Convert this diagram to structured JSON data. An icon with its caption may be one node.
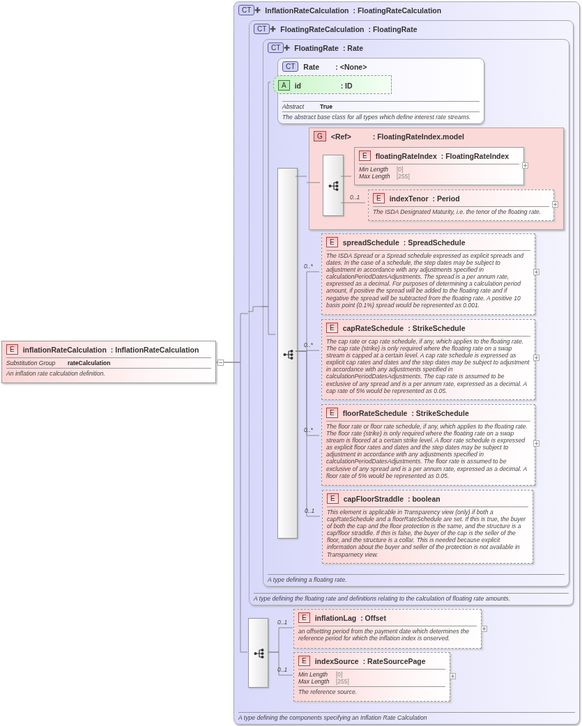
{
  "diagram": {
    "nodes": [
      {
        "text": [
          "E",
          "inflationRateCalculation",
          ": InflationRateCalculation",
          "Substitution Group",
          "rateCalculation",
          "An inflation rate calculation definition."
        ]
      },
      {
        "text": [
          "CT",
          "InflationRateCalculation",
          ": FloatingRateCalculation",
          "A type defining the components specifying an Inflation Rate Calculation"
        ]
      },
      {
        "text": [
          "CT",
          "FloatingRateCalculation",
          ": FloatingRate",
          "A type defining the floating rate and definitions relating to the calculation of floating rate amounts."
        ],
        "in": 1
      },
      {
        "text": [
          "CT",
          "FloatingRate",
          ": Rate",
          "A type defining a floating rate."
        ],
        "in": 2
      },
      {
        "text": [
          "CT",
          "Rate",
          ": <None>",
          "Abstract",
          "True",
          "The abstract base class for all types which define interest rate streams."
        ],
        "in": 3
      },
      {
        "text": [
          "A",
          "id",
          ": ID"
        ],
        "in": 4
      },
      {
        "text": [],
        "shape": "box",
        "in": 3
      },
      {
        "text": [
          "G",
          "<Ref>",
          ": FloatingRateIndex.model"
        ],
        "in": 3
      },
      {
        "text": [],
        "shape": "box",
        "in": 7
      },
      {
        "text": [
          "E",
          "floatingRateIndex",
          ": FloatingRateIndex",
          "Min Length",
          "[0]",
          "Max Length",
          "[255]"
        ],
        "in": 7
      },
      {
        "text": [
          "E",
          "indexTenor",
          ": Period",
          "The ISDA Designated Maturity, i.e. the tenor of the floating rate."
        ],
        "in": 7
      },
      {
        "text": [
          "E",
          "spreadSchedule",
          ": SpreadSchedule",
          "The ISDA Spread or a Spread schedule expressed as explicit spreads and dates. In the case of a schedule, the step dates may be subject to adjustment in accordance with any adjustments specified in calculationPeriodDatesAdjustments. The spread is a per annum rate, expressed as a decimal. For purposes of determining a calculation period amount, if positive the spread will be added to the floating rate and if negative the spread will be subtracted from the floating rate. A positive 10 basis point (0.1%) spread would be represented as 0.001."
        ],
        "in": 3
      },
      {
        "text": [
          "E",
          "capRateSchedule",
          ": StrikeSchedule",
          "The cap rate or cap rate schedule, if any, which applies to the floating rate. The cap rate (strike) is only required where the floating rate on a swap stream is capped at a certain level. A cap rate schedule is expressed as explicit cap rates and dates and the step dates may be subject to adjustment in accordance with any adjustments specified in calculationPeriodDatesAdjustments. The cap rate is assumed to be exclusive of any spread and is a per annum rate, expressed as a decimal. A cap rate of 5% would be represented as 0.05."
        ],
        "in": 3
      },
      {
        "text": [
          "E",
          "floorRateSchedule",
          ": StrikeSchedule",
          "The floor rate or floor rate schedule, if any, which applies to the floating rate. The floor rate (strike) is only required where the floating rate on a swap stream is floored at a certain strike level. A floor rate schedule is expressed as explicit floor rates and dates and the step dates may be subject to adjustment in accordance with any adjustments specified in calculationPeriodDatesAdjustments. The floor rate is assumed to be exclusive of any spread and is a per annum rate, expressed as a decimal. A floor rate of 5% would be represented as 0.05."
        ],
        "in": 3
      },
      {
        "text": [
          "E",
          "capFloorStraddle",
          ": boolean",
          "This element is applicable in Transparency view (only) if both a capRateSchedule and a floorRateSchedule are set. If this is true, the buyer of both the cap and the floor protection is the same, and the structure is a cap/floor straddle. If this is false, the buyer of the cap is the seller of the floor, and the structure is a collar. This is needed because explicit information about the buyer and seller of the protection is not available in Transparnecy view."
        ],
        "in": 3
      },
      {
        "text": [],
        "shape": "box",
        "in": 1
      },
      {
        "text": [
          "E",
          "inflationLag",
          ": Offset",
          "an offsetting period from the payment date which determines the reference period for which the inflation index is onserved."
        ],
        "in": 1
      },
      {
        "text": [
          "E",
          "indexSource",
          ": RateSourcePage",
          "Min Length",
          "[0]",
          "Max Length",
          "[255]",
          "The reference source."
        ],
        "in": 1
      }
    ],
    "edges": [
      {
        "from": 0,
        "to": 2,
        "arrow": "none"
      },
      {
        "from": 0,
        "to": 15,
        "arrow": "none"
      },
      {
        "from": 2,
        "to": 3,
        "arrow": "none"
      },
      {
        "from": 3,
        "to": 5,
        "arrow": "none"
      },
      {
        "from": 3,
        "to": 6,
        "arrow": "none"
      },
      {
        "from": 6,
        "to": 7,
        "arrow": "none"
      },
      {
        "from": 7,
        "to": 8,
        "arrow": "none"
      },
      {
        "from": 8,
        "to": 9,
        "arrow": "none"
      },
      {
        "from": 8,
        "to": 10,
        "arrow": "none",
        "label": "0..1"
      },
      {
        "from": 6,
        "to": 11,
        "arrow": "none",
        "label": "0..*"
      },
      {
        "from": 6,
        "to": 12,
        "arrow": "none",
        "label": "0..*"
      },
      {
        "from": 6,
        "to": 13,
        "arrow": "none",
        "label": "0..*"
      },
      {
        "from": 6,
        "to": 14,
        "arrow": "none",
        "label": "0..1"
      },
      {
        "from": 15,
        "to": 16,
        "arrow": "none",
        "label": "0..1"
      },
      {
        "from": 15,
        "to": 17,
        "arrow": "none",
        "label": "0..1"
      }
    ]
  }
}
